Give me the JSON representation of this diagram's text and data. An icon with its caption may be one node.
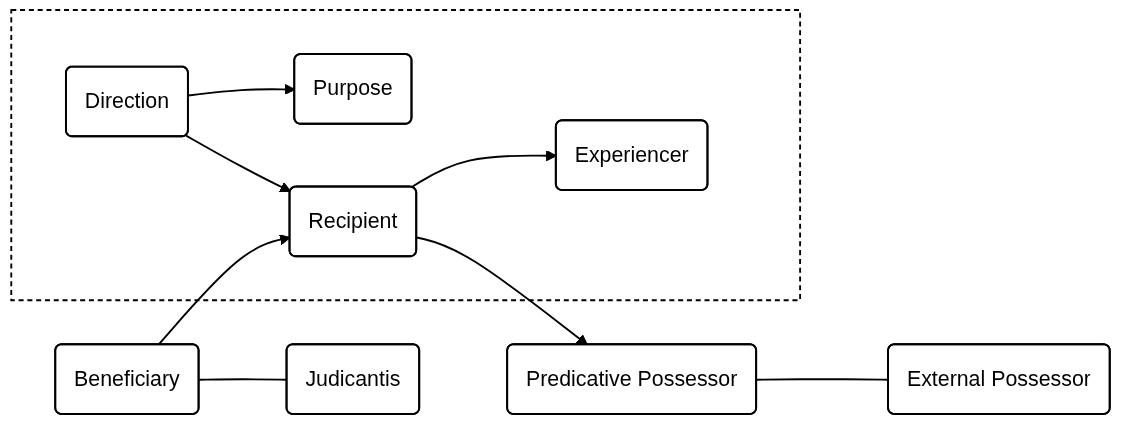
{
  "diagram": {
    "nodes": [
      {
        "text": [
          "Predicative Possessor"
        ]
      },
      {
        "text": [
          "External Possessor"
        ]
      },
      {
        "text": [],
        "shape": "box"
      },
      {
        "text": [
          "Direction"
        ],
        "in": 2
      },
      {
        "text": [
          "Recipient"
        ],
        "in": 2
      },
      {
        "text": [
          "Beneficiary"
        ]
      },
      {
        "text": [
          "Judicantis"
        ]
      },
      {
        "text": [
          "Purpose"
        ],
        "in": 2
      },
      {
        "text": [
          "Experiencer"
        ],
        "in": 2
      }
    ],
    "edges": [
      {
        "from": 0,
        "to": 1,
        "arrow": "none"
      },
      {
        "from": 4,
        "to": 0,
        "arrow": "to"
      },
      {
        "from": 3,
        "to": 4,
        "arrow": "to"
      },
      {
        "from": 5,
        "to": 4,
        "arrow": "to"
      },
      {
        "from": 5,
        "to": 6,
        "arrow": "none"
      },
      {
        "from": 3,
        "to": 7,
        "arrow": "to"
      },
      {
        "from": 4,
        "to": 8,
        "arrow": "to"
      }
    ]
  }
}
